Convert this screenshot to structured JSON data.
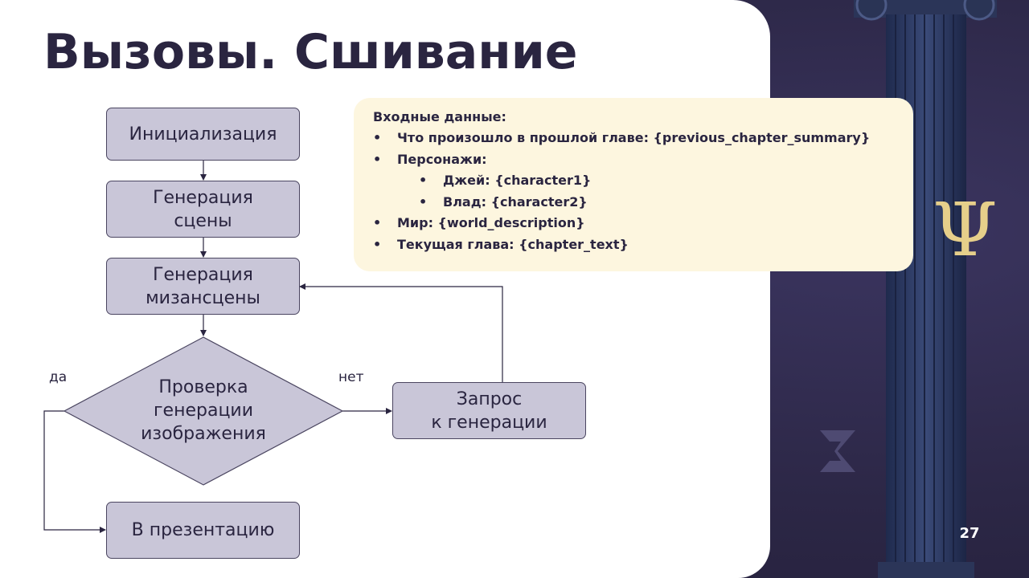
{
  "slide": {
    "title": "Вызовы. Сшивание",
    "page_number": "27"
  },
  "flowchart": {
    "nodes": {
      "init": "Инициализация",
      "scene": "Генерация\nсцены",
      "mise": "Генерация\nмизансцены",
      "check": "Проверка\nгенерации\nизображения",
      "request": "Запрос\nк генерации",
      "presentation": "В презентацию"
    },
    "edge_labels": {
      "yes": "да",
      "no": "нет"
    }
  },
  "input_panel": {
    "heading": "Входные данные:",
    "bullet": "•",
    "items": {
      "previous": "Что произошло в прошлой главе: {previous_chapter_summary}",
      "characters": "Персонажи:",
      "jay": "Джей: {character1}",
      "vlad": "Влад: {character2}",
      "world": "Мир: {world_description}",
      "chapter": "Текущая глава: {chapter_text}"
    },
    "background_color": "#fdf6df"
  },
  "decor": {
    "symbol": "Ψ",
    "symbol_color": "#e6cf8a",
    "logo_icon": "logo-mark-icon",
    "column_icon": "ionic-column-icon"
  },
  "colors": {
    "node_fill": "#c9c6d8",
    "text": "#2a2540",
    "dark_bg": "#2c2746"
  }
}
